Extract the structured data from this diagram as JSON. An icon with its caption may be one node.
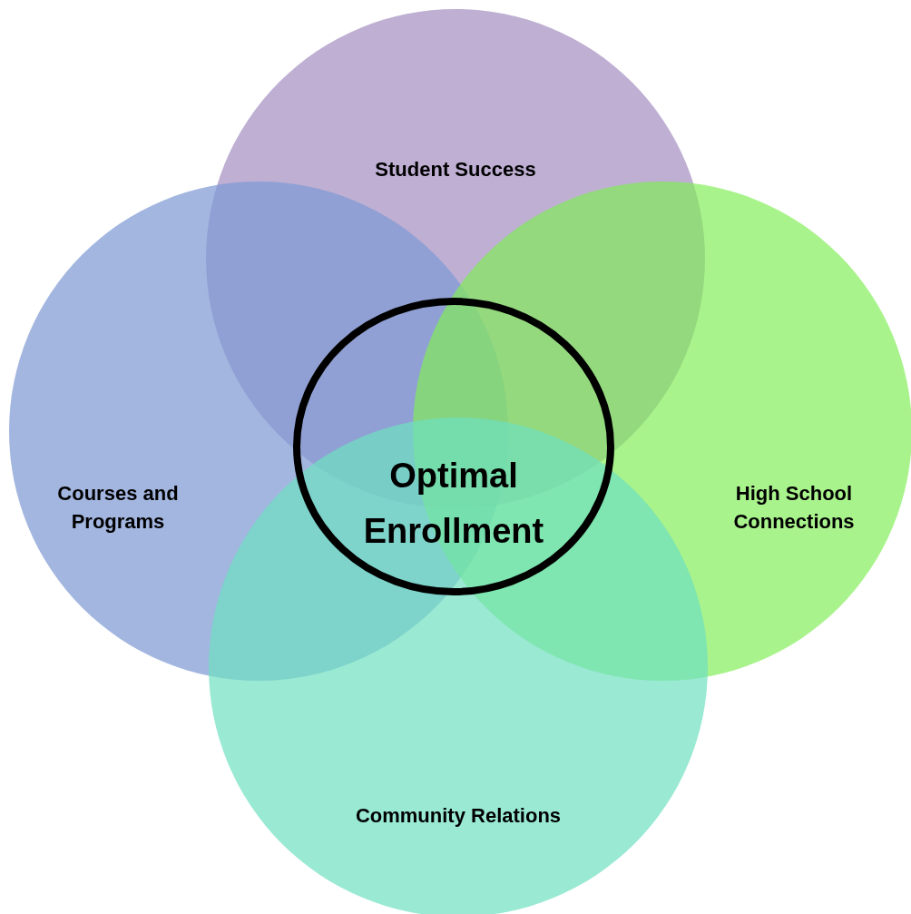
{
  "diagram": {
    "nodes": [
      {
        "text": [
          "Student Success"
        ]
      },
      {
        "text": [
          "Courses and Programs"
        ]
      },
      {
        "text": [
          "High School Connections"
        ]
      },
      {
        "text": [
          "Community Relations"
        ]
      },
      {
        "text": [
          "Optimal Enrollment"
        ]
      }
    ]
  }
}
